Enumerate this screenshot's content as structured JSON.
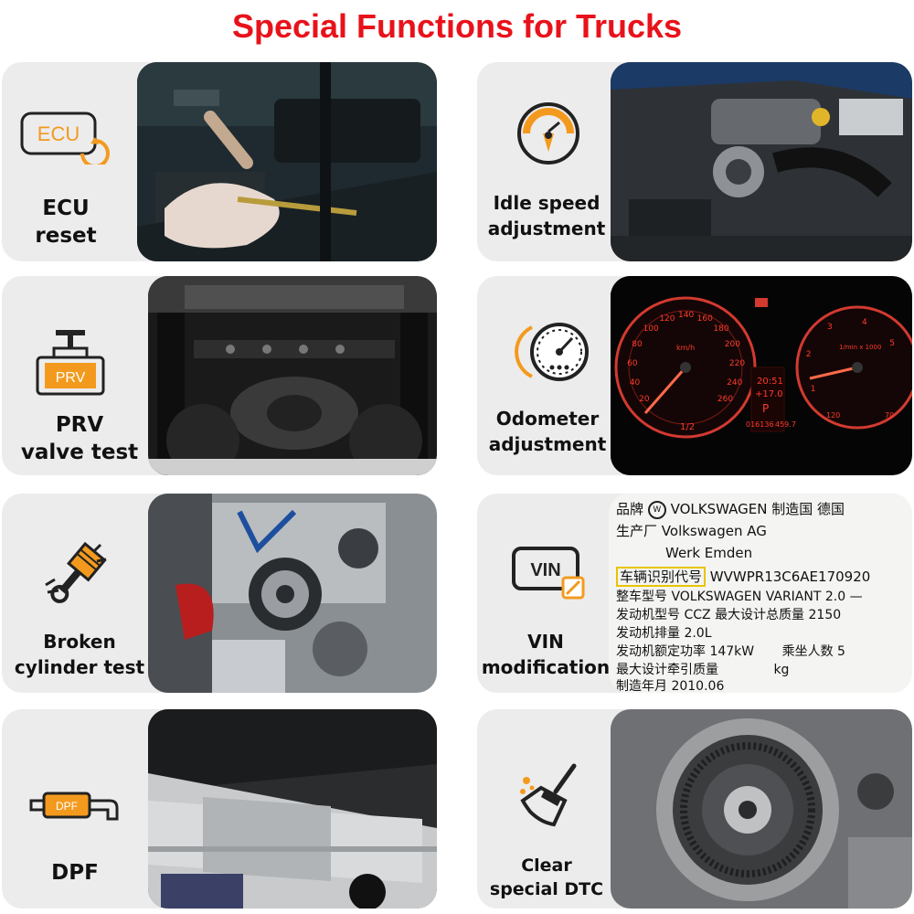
{
  "page": {
    "title": "Special Functions for Trucks"
  },
  "cards": [
    {
      "id": "ecu",
      "label_line1": "ECU",
      "label_line2": "reset",
      "icon": "ecu-reset-icon",
      "icon_text": "ECU"
    },
    {
      "id": "idle",
      "label_line1": "Idle speed",
      "label_line2": "adjustment",
      "icon": "speedometer-icon"
    },
    {
      "id": "prv",
      "label_line1": "PRV",
      "label_line2": "valve test",
      "icon": "prv-valve-icon",
      "icon_text": "PRV"
    },
    {
      "id": "odometer",
      "label_line1": "Odometer",
      "label_line2": "adjustment",
      "icon": "odometer-icon",
      "dash": {
        "speed_ticks": [
          "20",
          "40",
          "60",
          "80",
          "100",
          "120",
          "140",
          "160",
          "180",
          "200",
          "220",
          "240",
          "260"
        ],
        "speed_unit": "km/h",
        "rpm_ticks": [
          "1",
          "2",
          "3",
          "4",
          "5"
        ],
        "rpm_unit": "1/min x 1000",
        "time": "20:51",
        "temp": "+17.0",
        "gear": "P",
        "trip": "016136",
        "odometer": "459.7",
        "coolant_ticks": [
          "120",
          "70"
        ],
        "fuel_ticks": [
          "1/2"
        ]
      }
    },
    {
      "id": "cylinder",
      "label_line1": "Broken",
      "label_line2": "cylinder test",
      "icon": "piston-icon"
    },
    {
      "id": "vin",
      "label_line1": "VIN",
      "label_line2": "modification",
      "icon": "vin-edit-icon",
      "icon_text": "VIN",
      "plate": {
        "brand_label": "品牌",
        "brand": "VOLKSWAGEN",
        "country_label": "制造国",
        "country": "德国",
        "maker_label": "生产厂",
        "maker": "Volkswagen AG",
        "plant": "Werk Emden",
        "vin_label": "车辆识别代号",
        "vin": "WVWPR13C6AE170920",
        "model_label": "整车型号",
        "model": "VOLKSWAGEN VARIANT 2.0",
        "engine_label": "发动机型号",
        "engine": "CCZ",
        "maxmass_label": "最大设计总质量",
        "maxmass": "2150",
        "displacement_label": "发动机排量",
        "displacement": "2.0L",
        "power_label": "发动机额定功率",
        "power": "147kW",
        "seats_label": "乘坐人数",
        "seats": "5",
        "tow_label": "最大设计牵引质量",
        "tow_unit": "kg",
        "date_label": "制造年月",
        "date": "2010.06"
      }
    },
    {
      "id": "dpf",
      "label_line1": "DPF",
      "label_line2": "",
      "icon": "dpf-exhaust-icon",
      "icon_text": "DPF"
    },
    {
      "id": "dtc",
      "label_line1": "Clear",
      "label_line2": "special DTC",
      "icon": "broom-icon"
    }
  ],
  "colors": {
    "title": "#e8121b",
    "accent": "#f39a1e",
    "card_bg": "#ececec",
    "dark": "#222222"
  }
}
